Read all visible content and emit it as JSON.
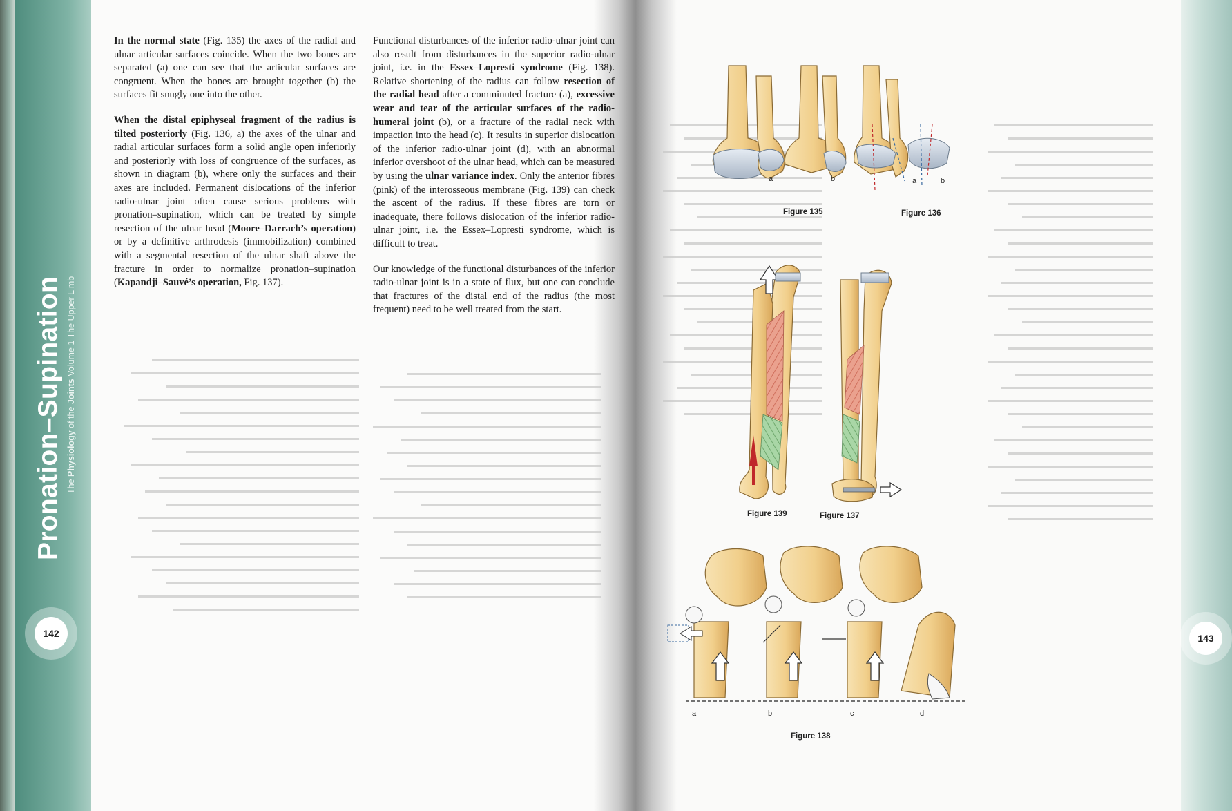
{
  "left_page": {
    "page_number": "142",
    "section_title": "Pronation–Supination",
    "series_prefix": "The ",
    "series_bold": "Physiology",
    "series_mid": " of the ",
    "series_bold2": "Joints",
    "series_suffix": " Volume 1 The Upper Limb",
    "col1": [
      {
        "runs": [
          {
            "b": "In the normal state"
          },
          {
            "t": " (Fig. 135) the axes of the radial and ulnar articular surfaces coincide. When the two bones are separated (a) one can see that the articular surfaces are congruent. When the bones are brought together (b) the surfaces fit snugly one into the other."
          }
        ]
      },
      {
        "runs": [
          {
            "b": "When the distal epiphyseal fragment of the radius is tilted posteriorly"
          },
          {
            "t": " (Fig. 136, a) the axes of the ulnar and radial articular surfaces form a solid angle open inferiorly and posteriorly with loss of congruence of the surfaces, as shown in diagram (b), where only the surfaces and their axes are included. Permanent dislocations of the inferior radio-ulnar joint often cause serious problems with pronation–supination, which can be treated by simple resection of the ulnar head ("
          },
          {
            "b": "Moore–Darrach’s operation"
          },
          {
            "t": ") or by a definitive arthrodesis (immobilization) combined with a segmental resection of the ulnar shaft above the fracture in order to normalize pronation–supination ("
          },
          {
            "b": "Kapandji–Sauvé’s operation,"
          },
          {
            "t": " Fig. 137)."
          }
        ]
      }
    ],
    "col2": [
      {
        "runs": [
          {
            "t": "Functional disturbances of the inferior radio-ulnar joint can also result from disturbances in the superior radio-ulnar joint, i.e. in the "
          },
          {
            "b": "Essex–Lopresti syndrome"
          },
          {
            "t": " (Fig. 138). Relative shortening of the radius can follow "
          },
          {
            "b": "resection of the radial head"
          },
          {
            "t": " after a comminuted fracture (a), "
          },
          {
            "b": "excessive wear and tear of the articular surfaces of the radio-humeral joint"
          },
          {
            "t": " (b), or a fracture of the radial neck with impaction into the head (c). It results in superior dislocation of the inferior radio-ulnar joint (d), with an abnormal inferior overshoot of the ulnar head, which can be measured by using the "
          },
          {
            "b": "ulnar variance index"
          },
          {
            "t": ". Only the anterior fibres (pink) of the interosseous membrane (Fig. 139) can check the ascent of the radius. If these fibres are torn or inadequate, there follows dislocation of the inferior radio-ulnar joint, i.e. the Essex–Lopresti syndrome, which is difficult to treat."
          }
        ]
      },
      {
        "runs": [
          {
            "t": "Our knowledge of the functional disturbances of the inferior radio-ulnar joint is in a state of flux, but one can conclude that fractures of the distal end of the radius (the most frequent) need to be well treated from the start."
          }
        ]
      }
    ]
  },
  "right_page": {
    "page_number": "143",
    "figures": {
      "fig135": "Figure 135",
      "fig136": "Figure 136",
      "fig137": "Figure 137",
      "fig138": "Figure 138",
      "fig139": "Figure 139"
    },
    "letters": {
      "a": "a",
      "b": "b",
      "c": "c",
      "d": "d"
    }
  },
  "colors": {
    "teal_band": "#4f8d7e",
    "bone": "#f3d9a0",
    "bone_shadow": "#d8a85a",
    "cartilage": "#c9d3df",
    "membrane_pink": "#e79a86",
    "membrane_green": "#9ccf9a",
    "arrow_red": "#c0282a"
  }
}
